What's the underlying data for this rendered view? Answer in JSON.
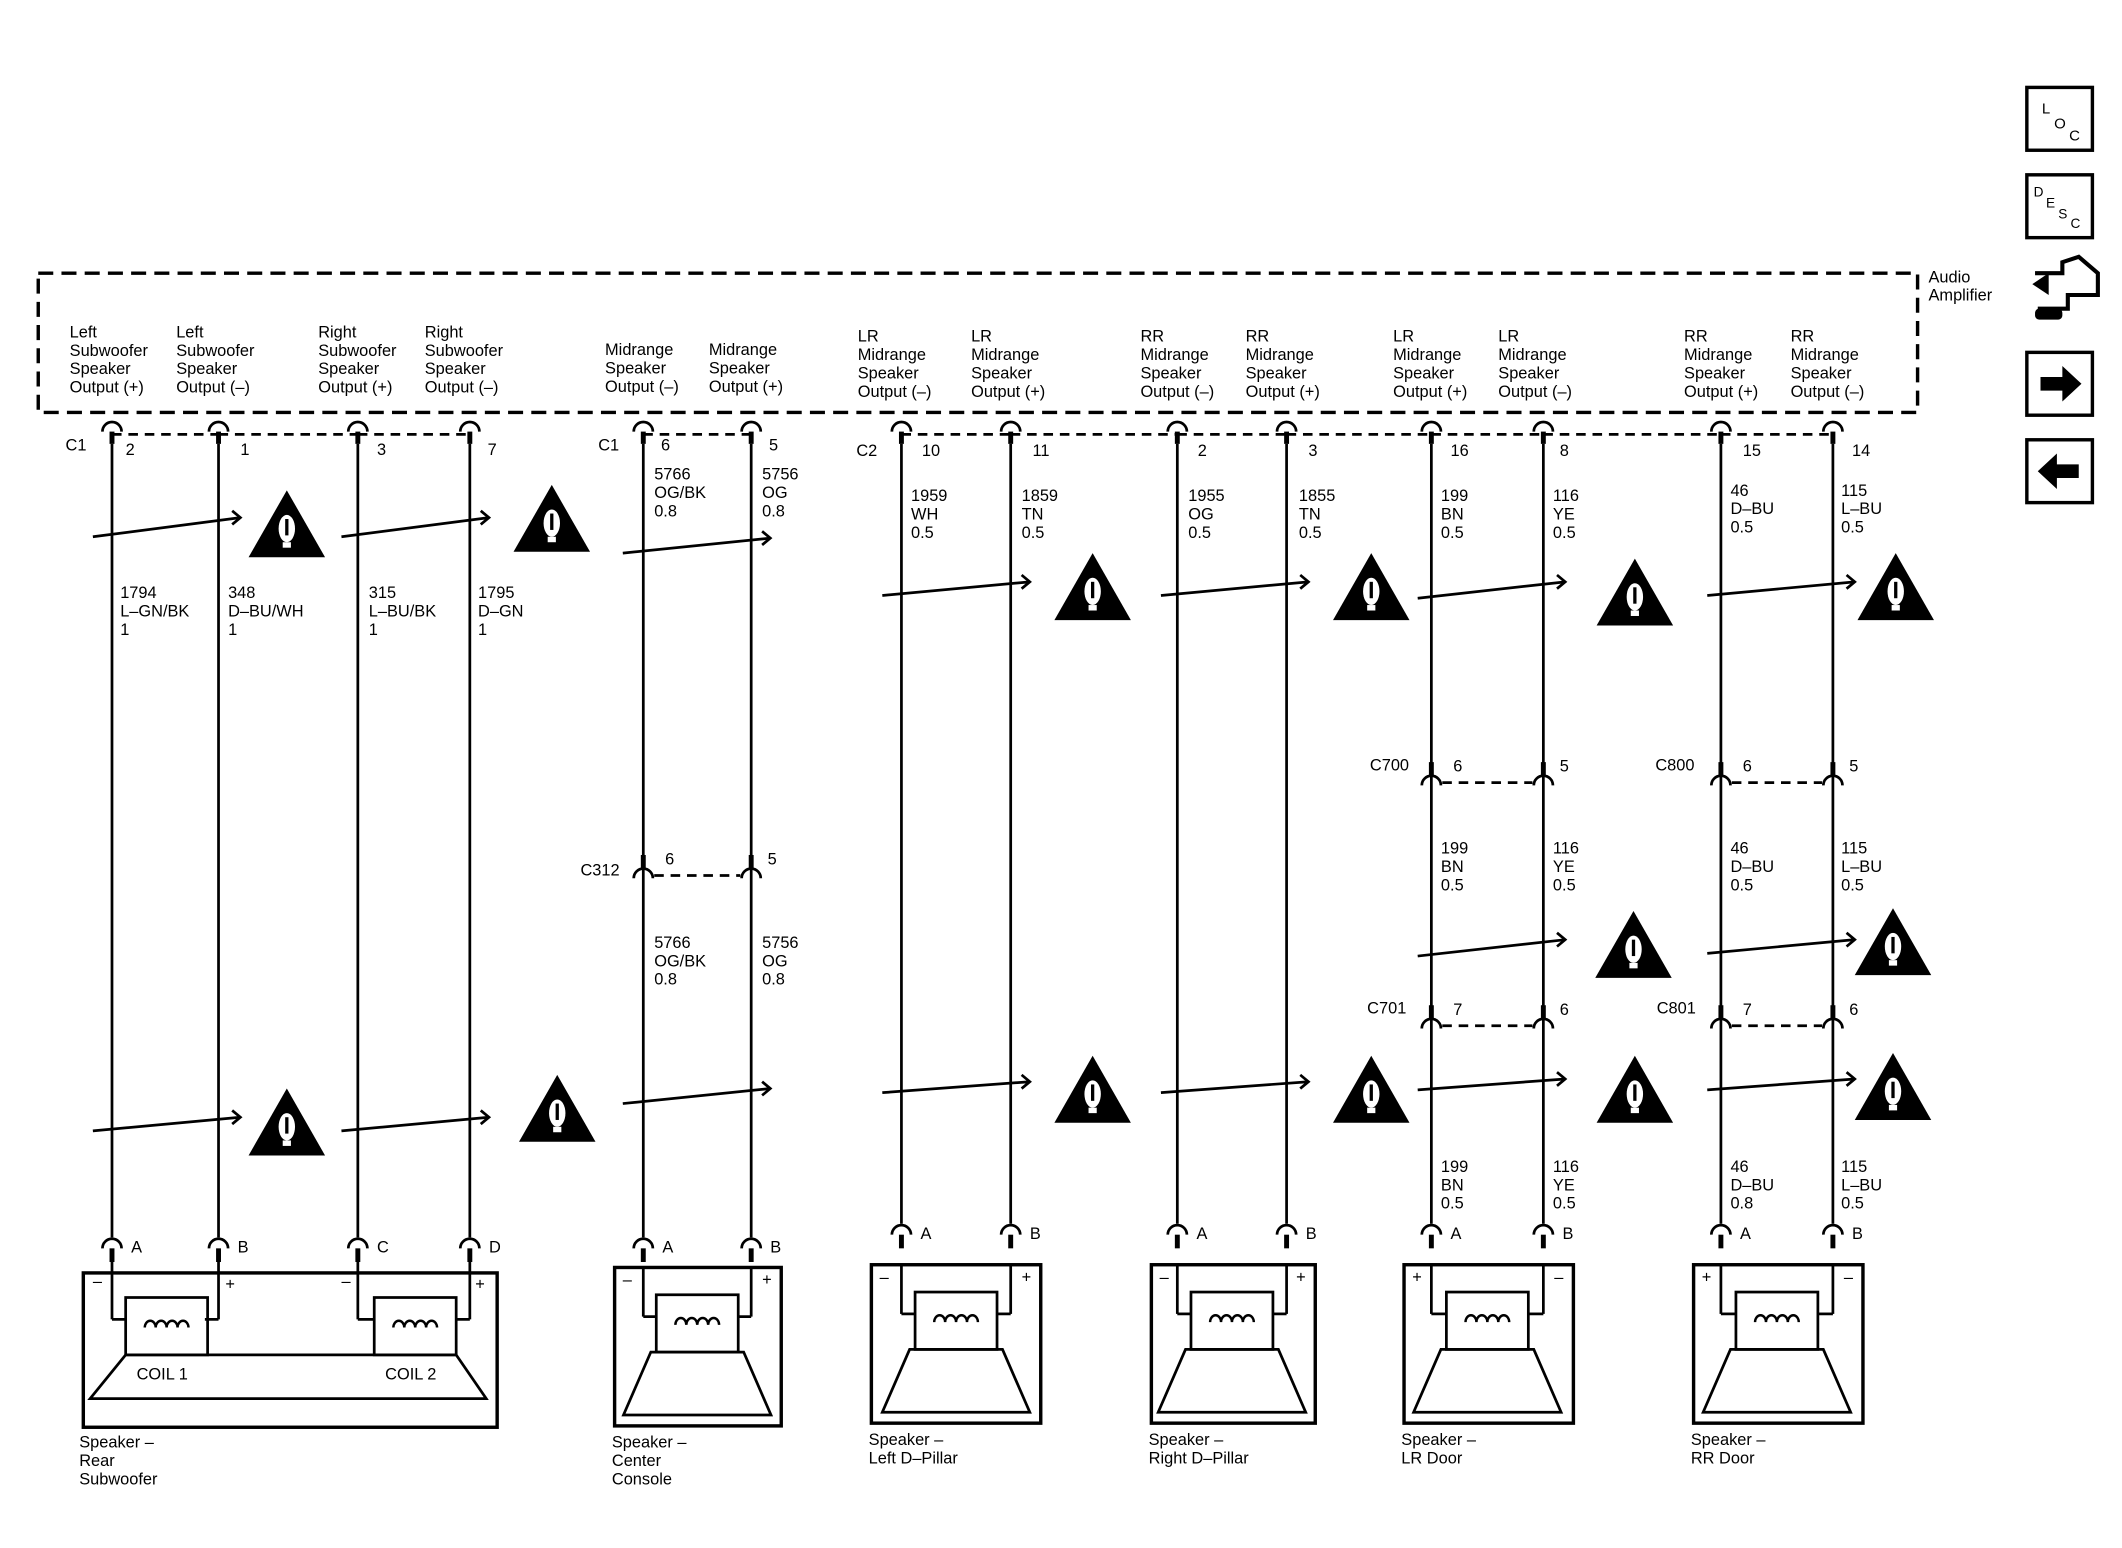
{
  "module": {
    "name_lines": [
      "Audio",
      "Amplifier"
    ]
  },
  "nav": {
    "loc": [
      "L",
      "O",
      "C"
    ],
    "desc": [
      "D",
      "E",
      "S",
      "C"
    ]
  },
  "connectors": {
    "c1a": "C1",
    "c1b": "C1",
    "c2": "C2",
    "c312": "C312",
    "c700": "C700",
    "c701": "C701",
    "c800": "C800",
    "c801": "C801"
  },
  "circuits": [
    {
      "id": "lsub_pos",
      "label": [
        "Left",
        "Subwoofer",
        "Speaker",
        "Output (+)"
      ],
      "pins": [
        "2",
        "A"
      ],
      "wires": [
        [
          "1794",
          "L–GN/BK",
          "1"
        ]
      ]
    },
    {
      "id": "lsub_neg",
      "label": [
        "Left",
        "Subwoofer",
        "Speaker",
        "Output (–)"
      ],
      "pins": [
        "1",
        "B"
      ],
      "wires": [
        [
          "348",
          "D–BU/WH",
          "1"
        ]
      ]
    },
    {
      "id": "rsub_pos",
      "label": [
        "Right",
        "Subwoofer",
        "Speaker",
        "Output (+)"
      ],
      "pins": [
        "3",
        "C"
      ],
      "wires": [
        [
          "315",
          "L–BU/BK",
          "1"
        ]
      ]
    },
    {
      "id": "rsub_neg",
      "label": [
        "Right",
        "Subwoofer",
        "Speaker",
        "Output (–)"
      ],
      "pins": [
        "7",
        "D"
      ],
      "wires": [
        [
          "1795",
          "D–GN",
          "1"
        ]
      ]
    },
    {
      "id": "mid_neg",
      "label": [
        "Midrange",
        "Speaker",
        "Output (–)"
      ],
      "pins": [
        "6",
        "6",
        "A"
      ],
      "wires": [
        [
          "5766",
          "OG/BK",
          "0.8"
        ],
        [
          "5766",
          "OG/BK",
          "0.8"
        ]
      ]
    },
    {
      "id": "mid_pos",
      "label": [
        "Midrange",
        "Speaker",
        "Output (+)"
      ],
      "pins": [
        "5",
        "5",
        "B"
      ],
      "wires": [
        [
          "5756",
          "OG",
          "0.8"
        ],
        [
          "5756",
          "OG",
          "0.8"
        ]
      ]
    },
    {
      "id": "lr_neg",
      "label": [
        "LR",
        "Midrange",
        "Speaker",
        "Output (–)"
      ],
      "pins": [
        "10",
        "A"
      ],
      "wires": [
        [
          "1959",
          "WH",
          "0.5"
        ]
      ]
    },
    {
      "id": "lr_pos",
      "label": [
        "LR",
        "Midrange",
        "Speaker",
        "Output (+)"
      ],
      "pins": [
        "11",
        "B"
      ],
      "wires": [
        [
          "1859",
          "TN",
          "0.5"
        ]
      ]
    },
    {
      "id": "rr_neg",
      "label": [
        "RR",
        "Midrange",
        "Speaker",
        "Output (–)"
      ],
      "pins": [
        "2",
        "A"
      ],
      "wires": [
        [
          "1955",
          "OG",
          "0.5"
        ]
      ]
    },
    {
      "id": "rr_pos",
      "label": [
        "RR",
        "Midrange",
        "Speaker",
        "Output (+)"
      ],
      "pins": [
        "3",
        "B"
      ],
      "wires": [
        [
          "1855",
          "TN",
          "0.5"
        ]
      ]
    },
    {
      "id": "lrd_pos",
      "label": [
        "LR",
        "Midrange",
        "Speaker",
        "Output (+)"
      ],
      "pins": [
        "16",
        "6",
        "7",
        "A"
      ],
      "wires": [
        [
          "199",
          "BN",
          "0.5"
        ],
        [
          "199",
          "BN",
          "0.5"
        ],
        [
          "199",
          "BN",
          "0.5"
        ]
      ]
    },
    {
      "id": "lrd_neg",
      "label": [
        "LR",
        "Midrange",
        "Speaker",
        "Output (–)"
      ],
      "pins": [
        "8",
        "5",
        "6",
        "B"
      ],
      "wires": [
        [
          "116",
          "YE",
          "0.5"
        ],
        [
          "116",
          "YE",
          "0.5"
        ],
        [
          "116",
          "YE",
          "0.5"
        ]
      ]
    },
    {
      "id": "rrd_pos",
      "label": [
        "RR",
        "Midrange",
        "Speaker",
        "Output (+)"
      ],
      "pins": [
        "15",
        "6",
        "7",
        "A"
      ],
      "wires": [
        [
          "46",
          "D–BU",
          "0.5"
        ],
        [
          "46",
          "D–BU",
          "0.5"
        ],
        [
          "46",
          "D–BU",
          "0.8"
        ]
      ]
    },
    {
      "id": "rrd_neg",
      "label": [
        "RR",
        "Midrange",
        "Speaker",
        "Output (–)"
      ],
      "pins": [
        "14",
        "5",
        "6",
        "B"
      ],
      "wires": [
        [
          "115",
          "L–BU",
          "0.5"
        ],
        [
          "115",
          "L–BU",
          "0.5"
        ],
        [
          "115",
          "L–BU",
          "0.5"
        ]
      ]
    }
  ],
  "speakers": [
    {
      "id": "sub",
      "name": [
        "Speaker –",
        "Rear",
        "Subwoofer"
      ],
      "coils": [
        "COIL 1",
        "COIL 2"
      ],
      "pol": [
        "–",
        "+",
        "–",
        "+"
      ]
    },
    {
      "id": "center",
      "name": [
        "Speaker –",
        "Center",
        "Console"
      ],
      "pol": [
        "–",
        "+"
      ]
    },
    {
      "id": "ldp",
      "name": [
        "Speaker –",
        "Left D–Pillar"
      ],
      "pol": [
        "–",
        "+"
      ]
    },
    {
      "id": "rdp",
      "name": [
        "Speaker –",
        "Right D–Pillar"
      ],
      "pol": [
        "–",
        "+"
      ]
    },
    {
      "id": "lrdoor",
      "name": [
        "Speaker –",
        "LR Door"
      ],
      "pol": [
        "+",
        "–"
      ]
    },
    {
      "id": "rrdoor",
      "name": [
        "Speaker –",
        "RR Door"
      ],
      "pol": [
        "+",
        "–"
      ]
    }
  ],
  "warning_icons": [
    {
      "id": "w1",
      "icon": "warning-icon"
    },
    {
      "id": "w2",
      "icon": "warning-icon"
    },
    {
      "id": "w3",
      "icon": "warning-icon"
    },
    {
      "id": "w4",
      "icon": "warning-icon"
    },
    {
      "id": "w5",
      "icon": "warning-icon"
    },
    {
      "id": "w6",
      "icon": "warning-icon"
    },
    {
      "id": "w7",
      "icon": "warning-icon"
    },
    {
      "id": "w8",
      "icon": "warning-icon"
    },
    {
      "id": "w9",
      "icon": "warning-icon"
    },
    {
      "id": "w10",
      "icon": "warning-icon"
    },
    {
      "id": "w11",
      "icon": "warning-icon"
    },
    {
      "id": "w12",
      "icon": "warning-icon"
    },
    {
      "id": "w13",
      "icon": "warning-icon"
    },
    {
      "id": "w14",
      "icon": "warning-icon"
    }
  ]
}
